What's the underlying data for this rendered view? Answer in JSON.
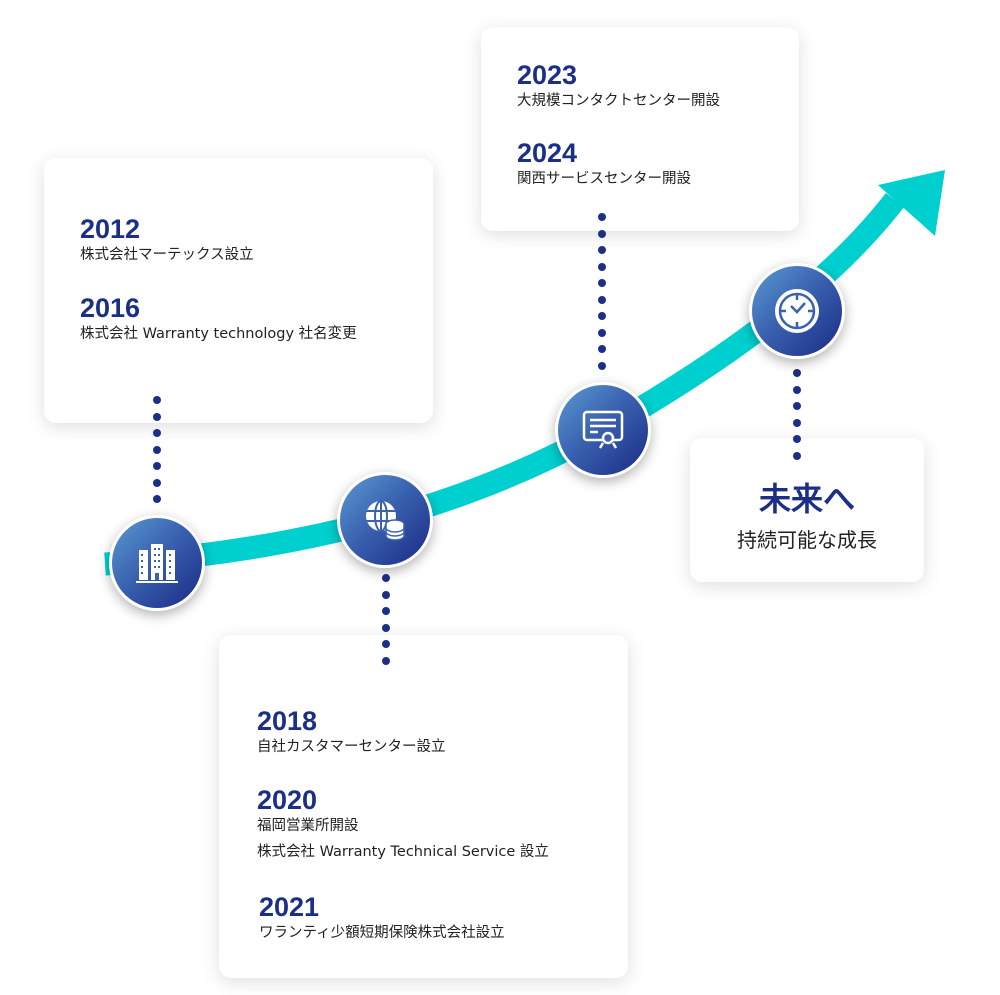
{
  "milestones_a": [
    {
      "year": "2012",
      "desc": "株式会社マーテックス設立"
    },
    {
      "year": "2016",
      "desc": "株式会社 Warranty technology 社名変更"
    }
  ],
  "milestones_b": [
    {
      "year": "2018",
      "desc": "自社カスタマーセンター設立"
    },
    {
      "year": "2020",
      "desc": "福岡営業所開設",
      "desc2": "株式会社 Warranty Technical Service 設立"
    },
    {
      "year": "2021",
      "desc": "ワランティ少額短期保険株式会社設立"
    }
  ],
  "milestones_c": [
    {
      "year": "2023",
      "desc": "大規模コンタクトセンター開設"
    },
    {
      "year": "2024",
      "desc": "関西サービスセンター開設"
    }
  ],
  "future": {
    "title": "未来へ",
    "subtitle": "持続可能な成長"
  },
  "colors": {
    "accent": "#00cfcf",
    "navy": "#1b2f86"
  }
}
